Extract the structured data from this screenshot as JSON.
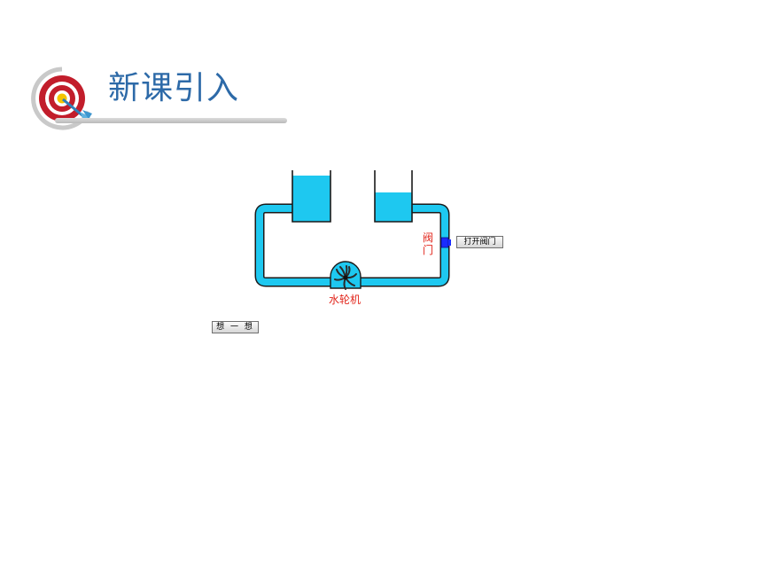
{
  "header": {
    "title": "新课引入"
  },
  "diagram": {
    "valve_label": "阀门",
    "turbine_label": "水轮机",
    "colors": {
      "water": "#1ec8f0",
      "valve": "#1a2cff",
      "label": "#e2261c",
      "title": "#2d6aa8"
    }
  },
  "buttons": {
    "open_valve": "打开阀门",
    "think": "想 一 想"
  },
  "icons": {
    "logo": "target-icon"
  }
}
